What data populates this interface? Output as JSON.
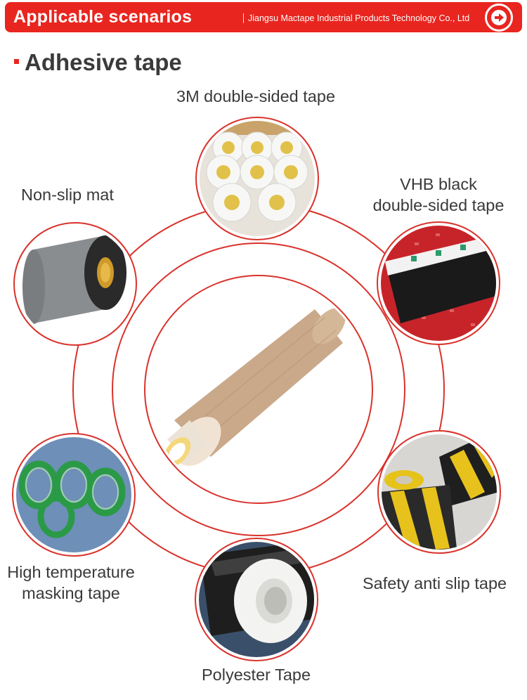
{
  "header": {
    "title": "Applicable scenarios",
    "company": "Jiangsu Mactape Industrial Products Technology Co., Ltd",
    "arrow_icon": "arrow-right-icon"
  },
  "section": {
    "title": "Adhesive tape"
  },
  "products": {
    "top": "3M double-sided tape",
    "upper_right_line1": "VHB black",
    "upper_right_line2": "double-sided tape",
    "upper_left": "Non-slip mat",
    "lower_left_line1": "High temperature",
    "lower_left_line2": "masking tape",
    "lower_right": "Safety anti slip tape",
    "bottom": "Polyester Tape"
  },
  "colors": {
    "accent": "#e8251f",
    "ring": "#d9322b",
    "text": "#3a3a3a"
  }
}
